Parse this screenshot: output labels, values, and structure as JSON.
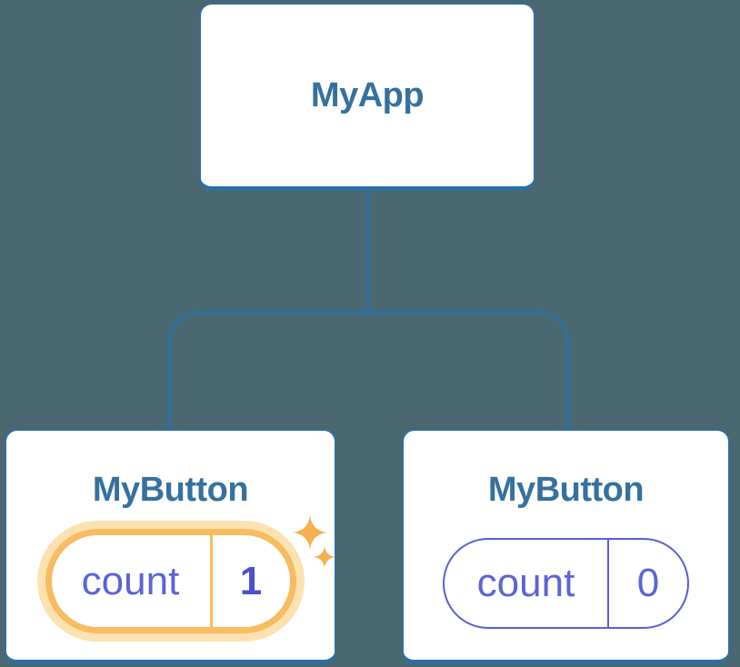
{
  "diagram": {
    "type": "react-component-tree",
    "connectors": [
      "root-to-branch-stem",
      "branch-to-left-child",
      "branch-to-right-child"
    ]
  },
  "tree": {
    "root": {
      "label": "MyApp"
    },
    "children": [
      {
        "label": "MyButton",
        "highlighted": true,
        "state": {
          "key": "count",
          "value": "1"
        }
      },
      {
        "label": "MyButton",
        "highlighted": false,
        "state": {
          "key": "count",
          "value": "0"
        }
      }
    ]
  },
  "icons": {
    "sparkle_large": "sparkle-icon",
    "sparkle_small": "sparkle-icon"
  },
  "colors": {
    "background": "#4a6770",
    "node_fill": "#ffffff",
    "node_border": "#2e6fa0",
    "connector": "#2e6fa0",
    "title_text": "#35719e",
    "state_text": "#5c63d6",
    "state_value_highlight_text": "#4b50cc",
    "pill_border_normal": "#5b5fd2",
    "pill_border_highlight": "#f8bb60",
    "pill_halo": "#fce2b0",
    "sparkle": "#f6b04f"
  }
}
